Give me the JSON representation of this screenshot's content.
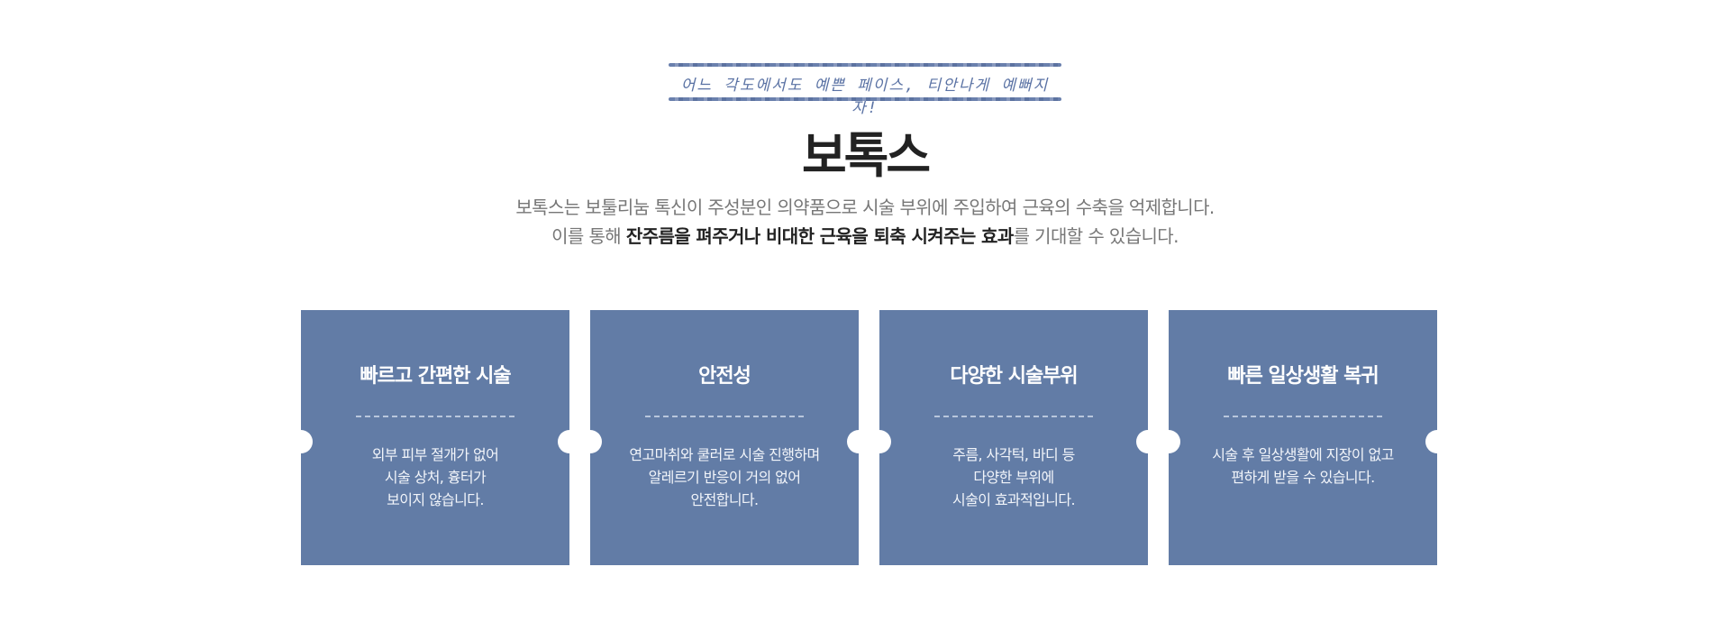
{
  "tagline": "어느 각도에서도 예쁜 페이스, 티안나게 예뻐지자!",
  "title": "보톡스",
  "intro": {
    "line1": "보톡스는 보툴리눔 톡신이 주성분인 의약품으로 시술 부위에 주입하여 근육의 수축을 억제합니다.",
    "line2_pre": "이를 통해 ",
    "line2_bold": "잔주름을 펴주거나 비대한 근육을 퇴축 시켜주는 효과",
    "line2_post": "를 기대할 수 있습니다."
  },
  "cards": [
    {
      "title": "빠르고 간편한 시술",
      "lines": [
        "외부 피부 절개가 없어",
        "시술 상처, 흉터가",
        "보이지 않습니다."
      ]
    },
    {
      "title": "안전성",
      "lines": [
        "연고마취와 쿨러로 시술 진행하며",
        "알레르기 반응이 거의 없어",
        "안전합니다."
      ]
    },
    {
      "title": "다양한 시술부위",
      "lines": [
        "주름, 사각턱, 바디 등",
        "다양한 부위에",
        "시술이 효과적입니다."
      ]
    },
    {
      "title": "빠른 일상생활 복귀",
      "lines": [
        "시술 후 일상생활에 지장이 없고",
        "편하게 받을 수 있습니다."
      ]
    }
  ],
  "colors": {
    "card_bg": "#627ca6",
    "tagline": "#5a72a4",
    "title": "#222222",
    "intro_text": "#777777"
  }
}
